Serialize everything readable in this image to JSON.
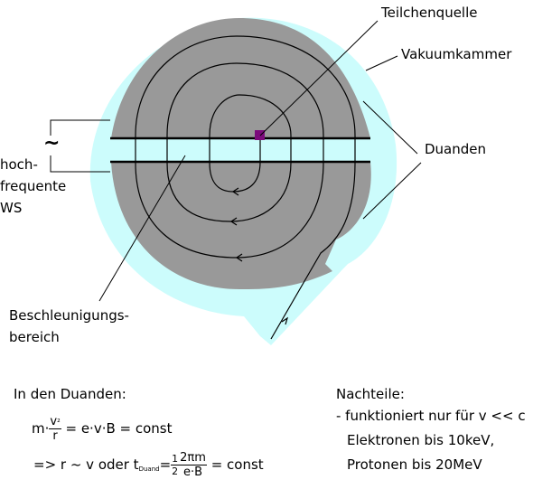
{
  "labels": {
    "source": "Teilchenquelle",
    "chamber": "Vakuumkammer",
    "dees": "Duanden",
    "ac_symbol": "~",
    "rf_line1": "hoch-",
    "rf_line2": "frequente",
    "rf_line3": "WS",
    "accel_line1": "Beschleunigungs-",
    "accel_line2": "bereich"
  },
  "formula_block": {
    "heading": "In den Duanden:",
    "eq1": {
      "m": "m·",
      "v": "v",
      "v_exp": "²",
      "r": "r",
      "rhs": "= e·v·B = const"
    },
    "eq2": {
      "lead": "=> r ~ v oder t",
      "sub": "Duand",
      "eq": "=",
      "half_num": "1",
      "half_den": "2",
      "frac_num": "2πm",
      "frac_den": "e·B",
      "rhs": "= const"
    }
  },
  "disadvantages": {
    "heading": "Nachteile:",
    "line1": "- funktioniert nur für v << c",
    "line2": "Elektronen bis 10keV,",
    "line3": "Protonen bis 20MeV"
  },
  "colors": {
    "vacuum": "#ccfcfc",
    "dee": "#999999",
    "source": "#7b0a7b",
    "line": "#000000"
  }
}
